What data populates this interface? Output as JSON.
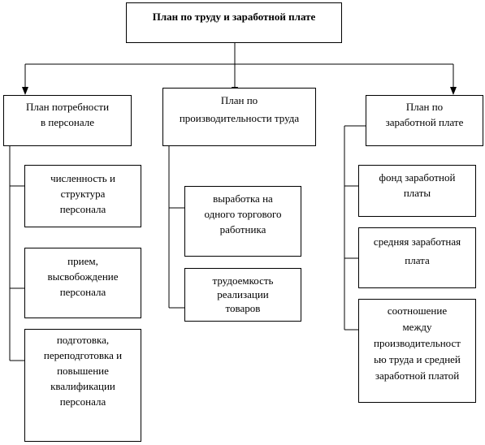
{
  "diagram": {
    "root": {
      "text": "План по труду и заработной плате"
    },
    "columns": [
      {
        "text": "План потребности\nв персонале",
        "children": [
          {
            "text": "численность и\nструктура\nперсонала"
          },
          {
            "text": "прием,\nвысвобождение\nперсонала"
          },
          {
            "text": "подготовка,\nпереподготовка и\nповышение\nквалификации\nперсонала"
          }
        ]
      },
      {
        "text": "План по\nпроизводительности труда",
        "children": [
          {
            "text": "выработка на\nодного торгового\nработника"
          },
          {
            "text": "трудоемкость\nреализации\nтоваров"
          }
        ]
      },
      {
        "text": "План по\nзаработной плате",
        "children": [
          {
            "text": "фонд заработной\nплаты"
          },
          {
            "text": "средняя заработная\nплата"
          },
          {
            "text": "соотношение\nмежду\nпроизводительност\nью труда и средней\nзаработной платой"
          }
        ]
      }
    ]
  }
}
